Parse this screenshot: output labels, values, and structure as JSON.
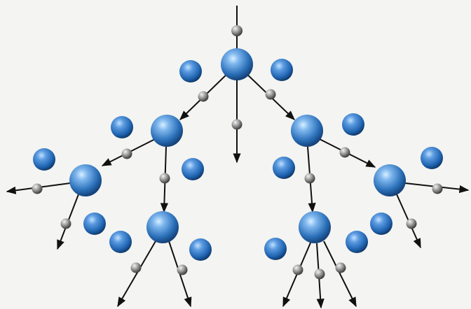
{
  "diagram": {
    "kind": "branching-chain-reaction",
    "colors": {
      "big_nucleus": "#2a6fb8",
      "big_nucleus_highlight": "#bfe0ff",
      "small_nucleus": "#1f63b0",
      "neutron": "#8a8a8a",
      "arrow": "#111111",
      "background": "#f4f4f2",
      "background_text": "#cfcfcc"
    },
    "node_types": [
      "big-nucleus",
      "fragment-nucleus",
      "neutron"
    ],
    "background_text": []
  }
}
